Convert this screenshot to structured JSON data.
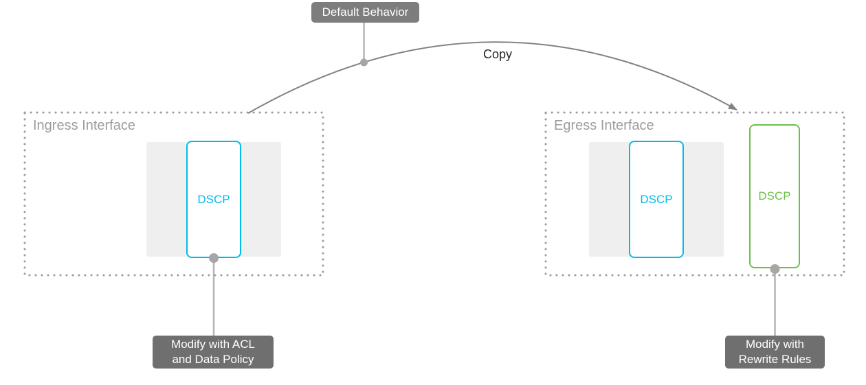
{
  "colors": {
    "cyan": "#00bceb",
    "green": "#6cc04a",
    "badge-gray": "#6f6f6f",
    "badge-gray-top": "#7d7d7d",
    "line-gray": "#b3b3b3",
    "dot-gray": "#a6a6a6",
    "arc-gray": "#828282",
    "border-dot-gray": "#9c9c9c",
    "label-gray": "#9d9d9d",
    "packet-gray": "#efefef"
  },
  "badges": {
    "default_behavior": "Default Behavior",
    "ingress_modify_line1": "Modify with ACL",
    "ingress_modify_line2": "and Data Policy",
    "egress_modify_line1": "Modify with",
    "egress_modify_line2": "Rewrite Rules"
  },
  "arrow": {
    "label": "Copy"
  },
  "ingress": {
    "title": "Ingress Interface",
    "dscp": "DSCP"
  },
  "egress": {
    "title": "Egress Interface",
    "dscp_original": "DSCP",
    "dscp_rewritten": "DSCP"
  }
}
